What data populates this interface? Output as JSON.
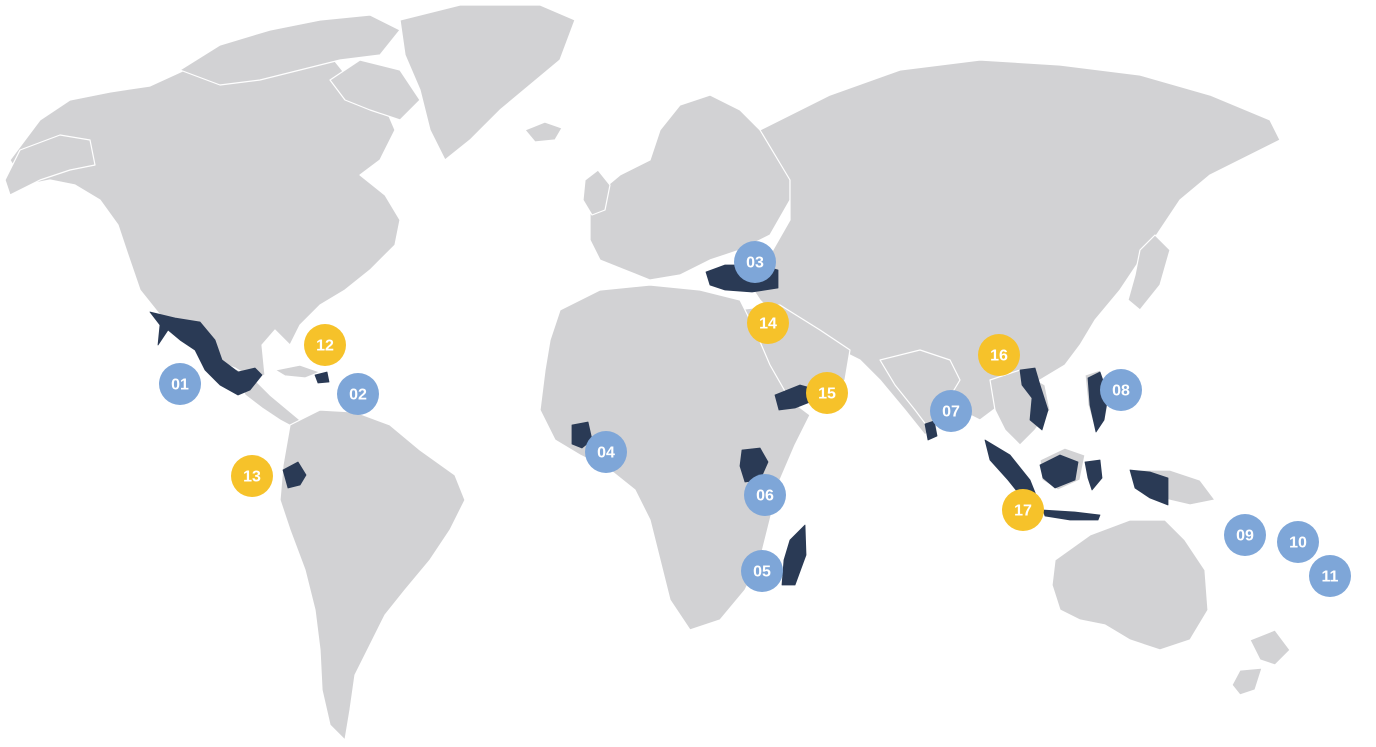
{
  "colors": {
    "land": "#d2d2d4",
    "highlight": "#2a3a55",
    "marker_blue": "#7ea6d8",
    "marker_yellow": "#f6c22a",
    "marker_text": "#ffffff"
  },
  "markers": [
    {
      "label": "01",
      "color": "blue"
    },
    {
      "label": "02",
      "color": "blue"
    },
    {
      "label": "03",
      "color": "blue"
    },
    {
      "label": "04",
      "color": "blue"
    },
    {
      "label": "05",
      "color": "blue"
    },
    {
      "label": "06",
      "color": "blue"
    },
    {
      "label": "07",
      "color": "blue"
    },
    {
      "label": "08",
      "color": "blue"
    },
    {
      "label": "09",
      "color": "blue"
    },
    {
      "label": "10",
      "color": "blue"
    },
    {
      "label": "11",
      "color": "blue"
    },
    {
      "label": "12",
      "color": "yellow"
    },
    {
      "label": "13",
      "color": "yellow"
    },
    {
      "label": "14",
      "color": "yellow"
    },
    {
      "label": "15",
      "color": "yellow"
    },
    {
      "label": "16",
      "color": "yellow"
    },
    {
      "label": "17",
      "color": "yellow"
    }
  ]
}
